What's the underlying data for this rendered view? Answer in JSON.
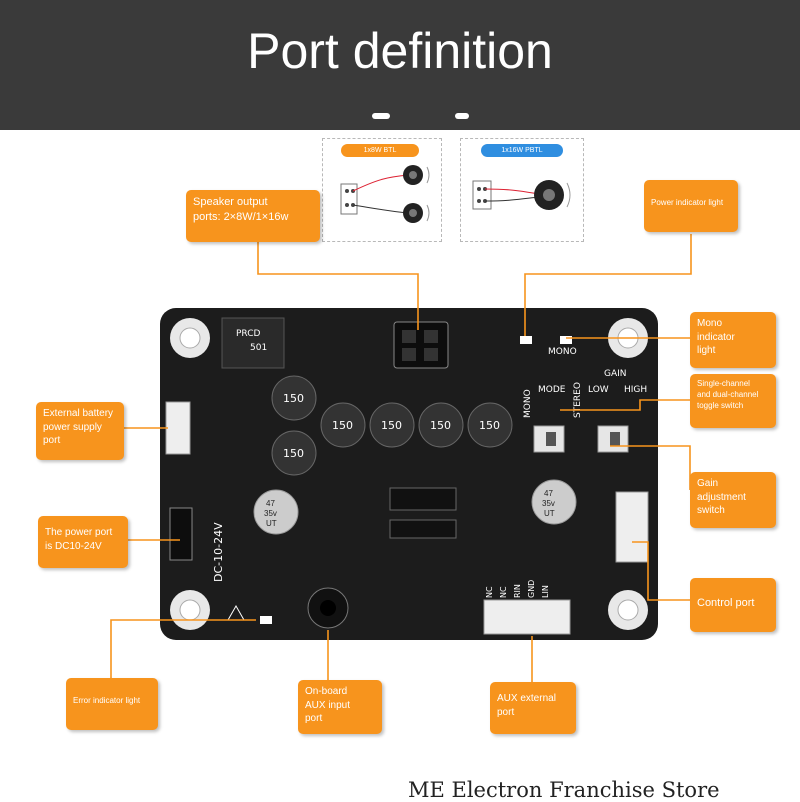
{
  "header": {
    "title": "Port definition"
  },
  "insets": [
    {
      "pill": "1x8W BTL",
      "color": "#f7941d"
    },
    {
      "pill": "1x16W PBTL",
      "color": "#2f8ee0"
    }
  ],
  "labels": {
    "speaker_output": [
      "Speaker output",
      "ports: 2×8W/1×16w"
    ],
    "power_indicator": "Power indicator light",
    "mono_indicator": [
      "Mono",
      "indicator",
      "light"
    ],
    "channel_switch": [
      "Single-channel",
      "and dual-channel",
      "toggle switch"
    ],
    "gain_switch": [
      "Gain",
      "adjustment",
      "switch"
    ],
    "control_port": "Control port",
    "battery_port": [
      "External battery",
      "power supply",
      "port"
    ],
    "power_port": [
      "The power port",
      "is DC10-24V"
    ],
    "error_indicator": "Error indicator light",
    "aux_input": [
      "On-board",
      "AUX input",
      "port"
    ],
    "aux_external": [
      "AUX external",
      "port"
    ]
  },
  "board": {
    "model": [
      "PRCD",
      "501"
    ],
    "inductor": "150",
    "cap": [
      "47",
      "35v",
      "UT"
    ],
    "dc": "DC-10-24V",
    "mode": "MODE",
    "mono": "MONO",
    "stereo": "STEREO",
    "gain": "GAIN",
    "low": "LOW",
    "high": "HIGH",
    "pins": [
      "NC",
      "NC",
      "RIN",
      "GND",
      "LIN"
    ]
  },
  "footer": {
    "store": "ME Electron Franchise Store"
  },
  "colors": {
    "accent": "#f7941d",
    "header": "#3a3a3a",
    "board": "#1c1c1c"
  }
}
